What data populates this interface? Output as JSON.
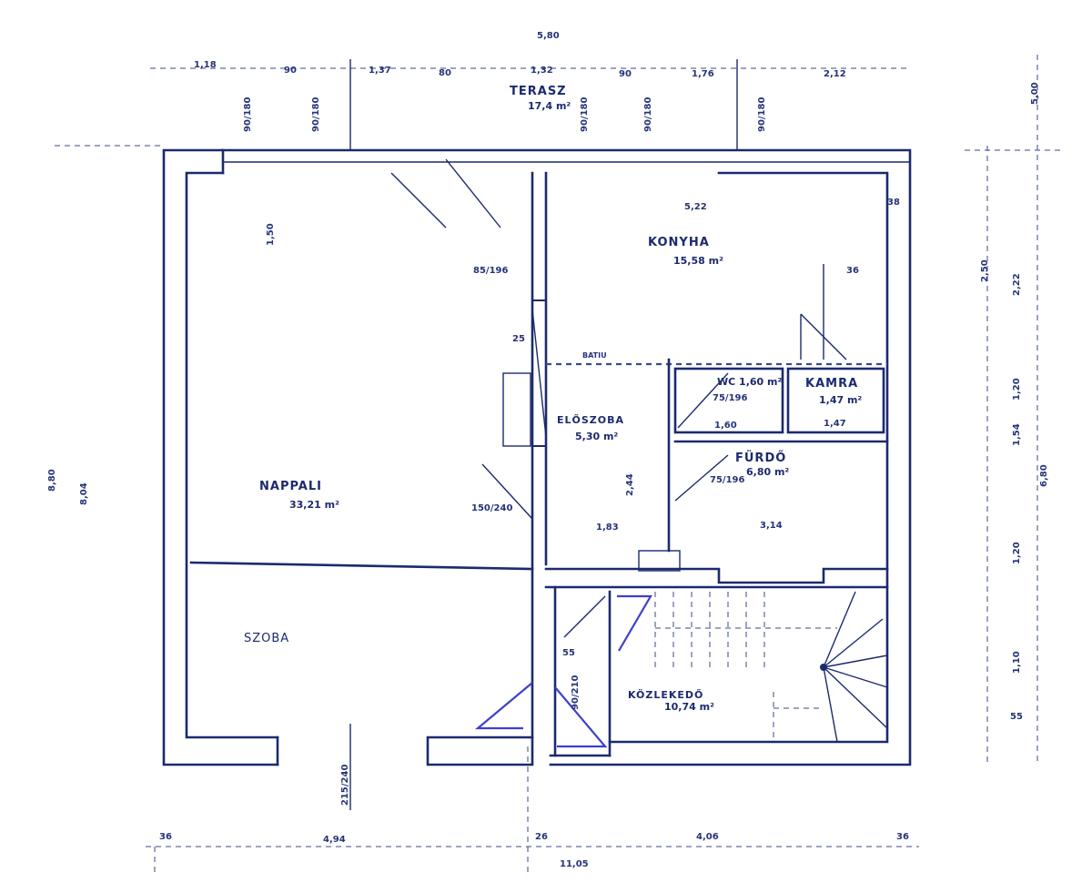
{
  "plan": {
    "rooms": {
      "terasz": {
        "name": "TERASZ",
        "area": "17,4 m²"
      },
      "konyha": {
        "name": "KONYHA",
        "area": "15,58 m²"
      },
      "eloszoba": {
        "name": "ELŐSZOBA",
        "area": "5,30 m²"
      },
      "wc": {
        "name": "WC 1,60 m²",
        "dims": "75/196",
        "len": "1,60"
      },
      "kamra": {
        "name": "KAMRA",
        "area": "1,47 m²",
        "len": "1,47"
      },
      "furdo": {
        "name": "FÜRDŐ",
        "area": "6,80 m²",
        "len": "3,14",
        "door": "75/196"
      },
      "nappali": {
        "name": "NAPPALI",
        "area": "33,21 m²"
      },
      "szoba": {
        "name": "SZOBA"
      },
      "kozlekedo": {
        "name": "KÖZLEKEDŐ",
        "area": "10,74 m²"
      }
    },
    "dimensions": {
      "top": [
        "5,80",
        "1,18",
        "90",
        "1,37",
        "80",
        "1,32",
        "90",
        "1,76",
        "2,12"
      ],
      "top_windows": [
        "90/180",
        "90/180",
        "90/180",
        "90/180",
        "90/180"
      ],
      "konyha_width": "5,22",
      "left": [
        "8,80",
        "8,04"
      ],
      "right": [
        "5,00",
        "2,50",
        "2,22",
        "1,20",
        "1,54",
        "6,80",
        "1,20",
        "1,10",
        "55"
      ],
      "bottom": [
        "36",
        "4,94",
        "26",
        "4,06",
        "36",
        "11,05"
      ],
      "inner": [
        "150/240",
        "1,83",
        "85/196",
        "25",
        "215/240",
        "55",
        "90/210",
        "1,50",
        "38",
        "36",
        "2,44"
      ],
      "batiu": "BATIU"
    }
  }
}
